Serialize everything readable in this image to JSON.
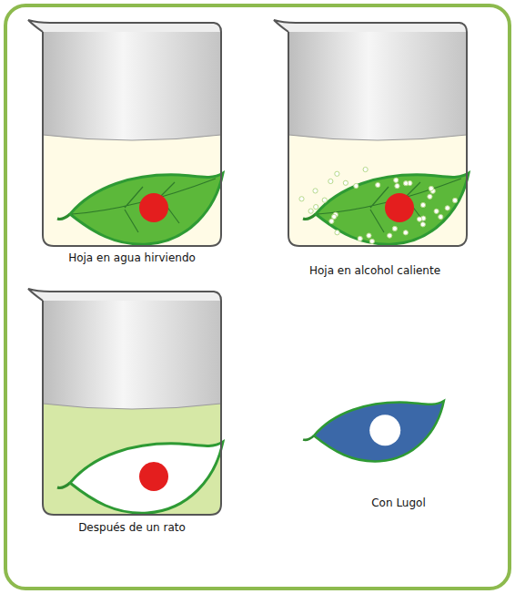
{
  "diagram": {
    "labels": [
      "Hoja en agua hirviendo",
      "Hoja en alcohol caliente",
      "Después de un rato",
      "Con Lugol"
    ]
  }
}
